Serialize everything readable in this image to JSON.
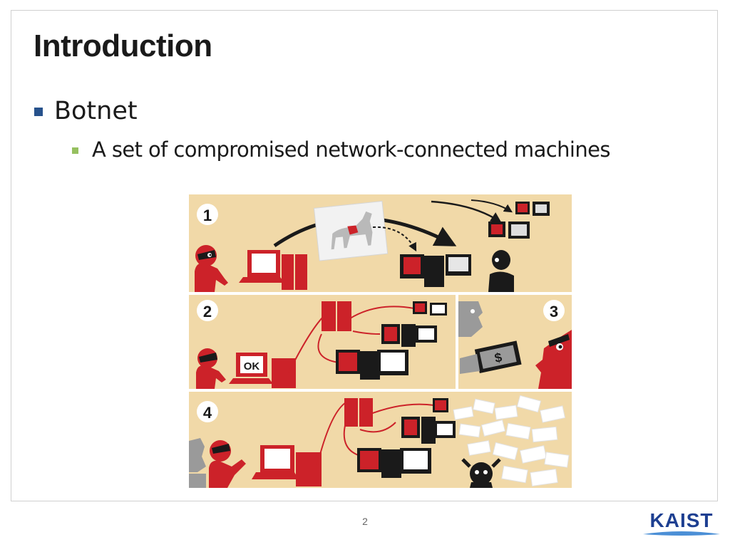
{
  "slide": {
    "title": "Introduction",
    "bullets": [
      {
        "text": "Botnet",
        "sub": [
          {
            "text": "A set of compromised network-connected machines"
          }
        ]
      }
    ],
    "page_number": "2"
  },
  "illustration": {
    "panels": [
      {
        "number": "1"
      },
      {
        "number": "2"
      },
      {
        "number": "3"
      },
      {
        "number": "4"
      }
    ],
    "screen_text": "OK",
    "money_symbol": "$"
  },
  "logo": {
    "text": "KAIST"
  },
  "colors": {
    "title": "#1a1a1a",
    "bullet_l1": "#27528c",
    "bullet_l2": "#96c060",
    "panel_bg": "#f1d9a8",
    "red": "#cc2229",
    "logo_blue": "#1d3f91"
  }
}
